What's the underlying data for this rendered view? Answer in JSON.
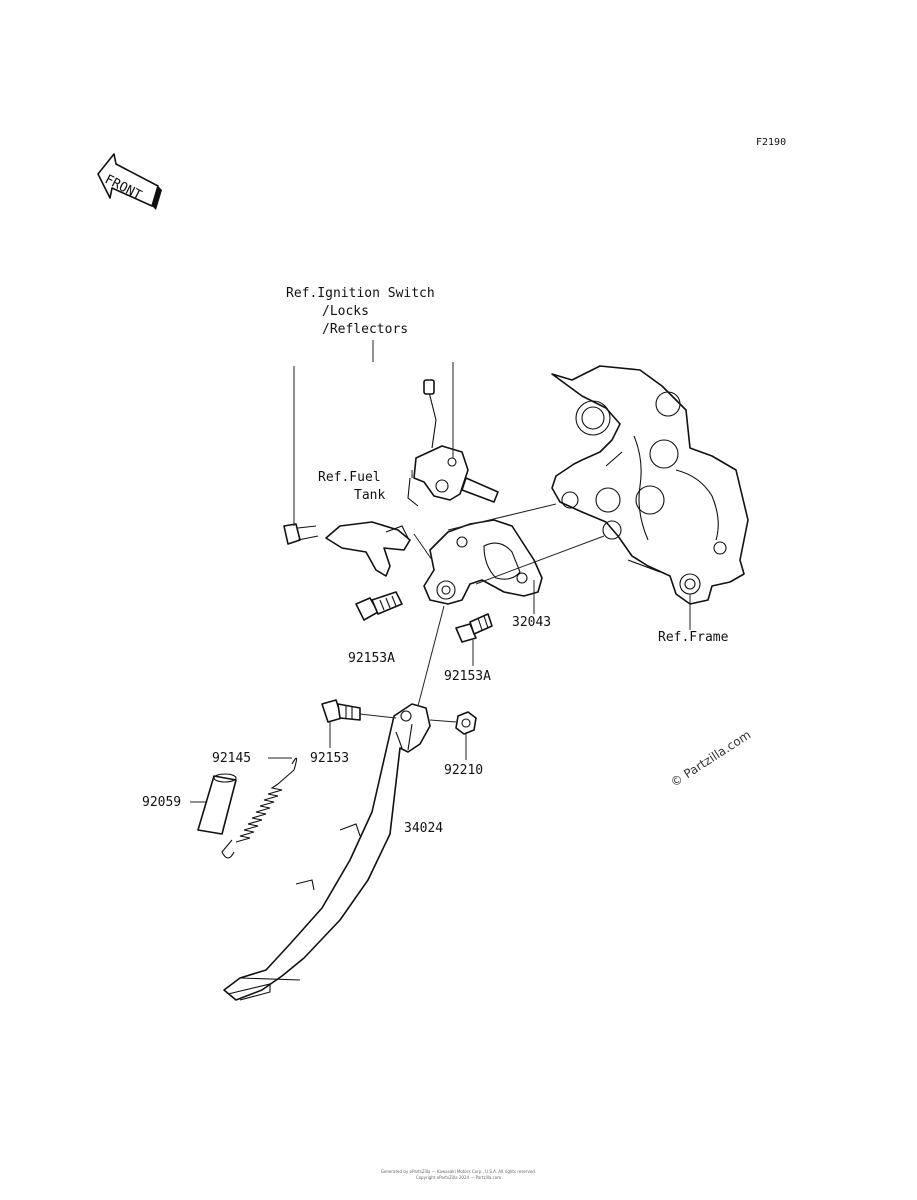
{
  "figure_code": "F2190",
  "front_arrow": {
    "label": "FRONT"
  },
  "labels": {
    "ref_ignition_line1": "Ref.Ignition Switch",
    "ref_ignition_line2": "/Locks",
    "ref_ignition_line3": "/Reflectors",
    "ref_fuel_line1": "Ref.Fuel",
    "ref_fuel_line2": "Tank",
    "ref_frame": "Ref.Frame",
    "p32043": "32043",
    "p92153a_left": "92153A",
    "p92153a_right": "92153A",
    "p92145": "92145",
    "p92153": "92153",
    "p92210": "92210",
    "p92059": "92059",
    "p34024": "34024"
  },
  "copyright": "© Partzilla.com",
  "footer": {
    "line1": "Generated by ePartsZilla — Kawasaki Motors Corp., U.S.A. All rights reserved.",
    "line2": "Copyright ePartsZilla 2024 — Partzilla.com"
  }
}
